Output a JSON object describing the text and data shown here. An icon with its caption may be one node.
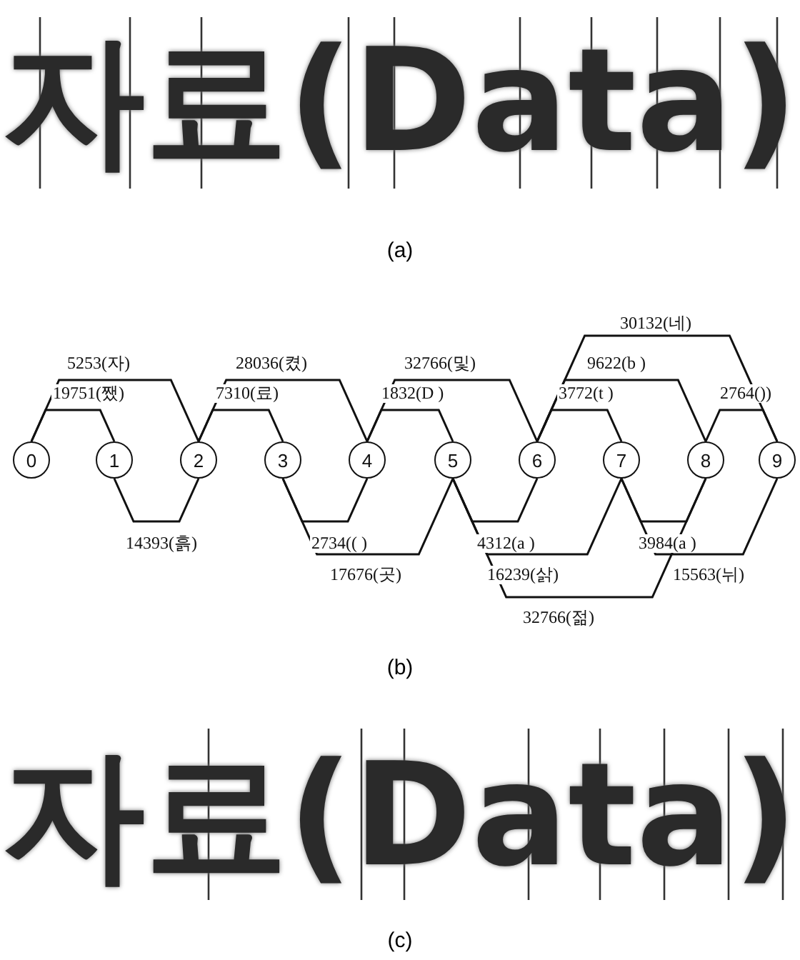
{
  "diagram": {
    "nodes": [
      {
        "text": [
          "0"
        ]
      },
      {
        "text": [
          "1"
        ]
      },
      {
        "text": [
          "2"
        ]
      },
      {
        "text": [
          "3"
        ]
      },
      {
        "text": [
          "4"
        ]
      },
      {
        "text": [
          "5"
        ]
      },
      {
        "text": [
          "6"
        ]
      },
      {
        "text": [
          "7"
        ]
      },
      {
        "text": [
          "8"
        ]
      },
      {
        "text": [
          "9"
        ]
      }
    ],
    "edges": [
      {
        "from": 0,
        "to": 2,
        "arrow": "none",
        "label": "5253(자)"
      },
      {
        "from": 0,
        "to": 1,
        "arrow": "none",
        "label": "19751(쨌)"
      },
      {
        "from": 2,
        "to": 4,
        "arrow": "none",
        "label": "28036(켰)"
      },
      {
        "from": 2,
        "to": 3,
        "arrow": "none",
        "label": "7310(료)"
      },
      {
        "from": 4,
        "to": 6,
        "arrow": "none",
        "label": "32766(및)"
      },
      {
        "from": 4,
        "to": 5,
        "arrow": "none",
        "label": "1832(D )"
      },
      {
        "from": 6,
        "to": 9,
        "arrow": "none",
        "label": "30132(네)"
      },
      {
        "from": 6,
        "to": 8,
        "arrow": "none",
        "label": "9622(b )"
      },
      {
        "from": 6,
        "to": 7,
        "arrow": "none",
        "label": "3772(t )"
      },
      {
        "from": 8,
        "to": 9,
        "arrow": "none",
        "label": "2764())"
      },
      {
        "from": 1,
        "to": 2,
        "arrow": "none",
        "label": "14393(흙)"
      },
      {
        "from": 3,
        "to": 4,
        "arrow": "none",
        "label": "2734(( )"
      },
      {
        "from": 3,
        "to": 5,
        "arrow": "none",
        "label": "17676(곳)"
      },
      {
        "from": 5,
        "to": 6,
        "arrow": "none",
        "label": "4312(a )"
      },
      {
        "from": 5,
        "to": 7,
        "arrow": "none",
        "label": "16239(삵)"
      },
      {
        "from": 5,
        "to": 8,
        "arrow": "none",
        "label": "32766(젊)"
      },
      {
        "from": 7,
        "to": 8,
        "arrow": "none",
        "label": "3984(a )"
      },
      {
        "from": 7,
        "to": 9,
        "arrow": "none",
        "label": "15563(뉘)"
      }
    ],
    "labels": [
      "자료(Data)",
      "(a)",
      "(b)",
      "자료(Data)",
      "(c)"
    ]
  }
}
